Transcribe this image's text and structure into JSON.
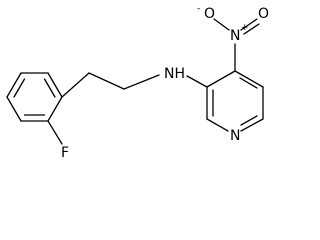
{
  "molecule": {
    "labels": {
      "nitrogen_amine": "NH",
      "nitrogen_pyridine": "N",
      "fluorine": "F",
      "nitro_oxygen_left": "O",
      "nitro_oxygen_left_charge": "-",
      "nitro_nitrogen": "N",
      "nitro_nitrogen_charge": "+",
      "nitro_oxygen_right": "O"
    }
  }
}
